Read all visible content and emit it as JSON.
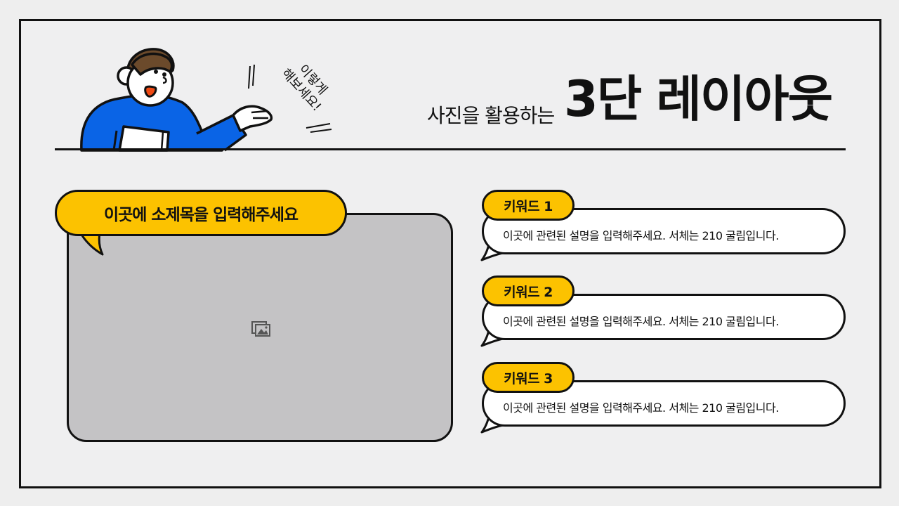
{
  "header": {
    "subtitle": "사진을 활용하는",
    "title": "3단 레이아웃",
    "speech_line1": "이렇게",
    "speech_line2": "해보세요!"
  },
  "photo_section": {
    "subheading": "이곳에 소제목을 입력해주세요",
    "image_placeholder_icon": "image-placeholder-icon"
  },
  "keywords": [
    {
      "tag": "키워드 1",
      "description": "이곳에 관련된 설명을 입력해주세요. 서체는 210 굴림입니다."
    },
    {
      "tag": "키워드 2",
      "description": "이곳에 관련된 설명을 입력해주세요. 서체는 210 굴림입니다."
    },
    {
      "tag": "키워드 3",
      "description": "이곳에 관련된 설명을 입력해주세요. 서체는 210 굴림입니다."
    }
  ],
  "colors": {
    "accent_yellow": "#fcc200",
    "character_blue": "#0a64e6",
    "hair_brown": "#6b4a2b",
    "photo_gray": "#c4c3c5",
    "background": "#efeff0",
    "outline": "#111111"
  }
}
